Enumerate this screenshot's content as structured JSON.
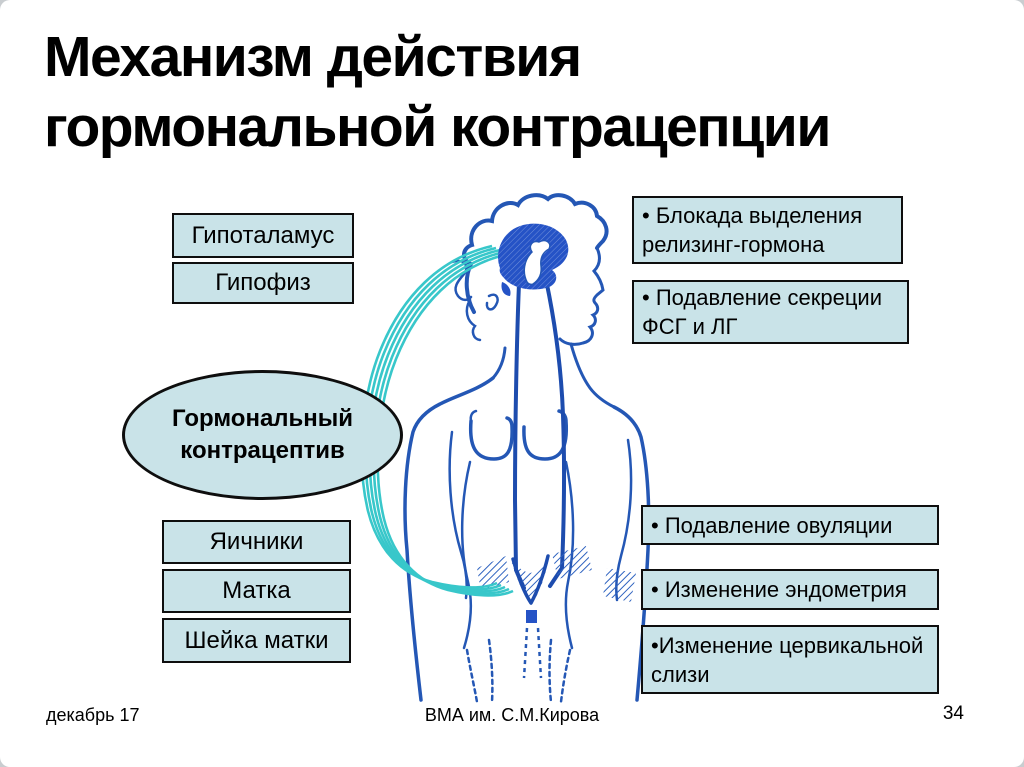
{
  "title": {
    "line1": "Механизм действия",
    "line2": "гормональной контрацепции"
  },
  "hierarchy_boxes": [
    {
      "label": "Гипоталамус"
    },
    {
      "label": "Гипофиз"
    }
  ],
  "ellipse": {
    "line1": "Гормональный",
    "line2": "контрацептив"
  },
  "organ_boxes": [
    {
      "label": "Яичники"
    },
    {
      "label": "Матка"
    },
    {
      "label": "Шейка матки"
    }
  ],
  "effects_top": [
    {
      "label": "• Блокада выделения релизинг-гормона"
    },
    {
      "label": "• Подавление секреции ФСГ и ЛГ"
    }
  ],
  "effects_bottom": [
    {
      "label": "• Подавление овуляции"
    },
    {
      "label": "• Изменение эндометрия"
    },
    {
      "label": "•Изменение цервикальной слизи"
    }
  ],
  "footer": {
    "date": "декабрь 17",
    "organization": "ВМА им. С.М.Кирова",
    "page_number": "34"
  },
  "icons": {
    "figure": "female-body-illustration",
    "brain": "brain-shape",
    "pathway": "hormone-pathway-arc",
    "uterus": "uterus-shape"
  },
  "colors": {
    "box_fill": "#c9e3e8",
    "box_border": "#0e0e0e",
    "body_outline": "#2457b5",
    "brain_fill": "#2553c6",
    "pathway_teal": "#38c7ca",
    "background": "#ffffff",
    "text": "#000000"
  }
}
